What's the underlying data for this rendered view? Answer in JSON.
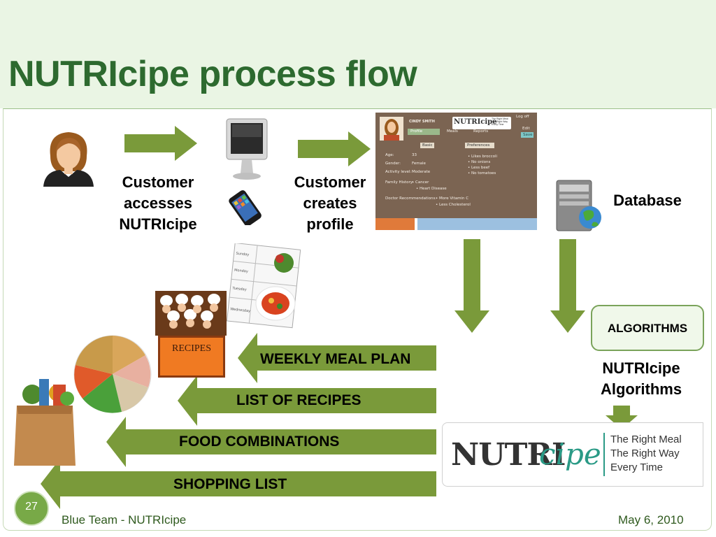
{
  "slide": {
    "title": "NUTRIcipe process flow",
    "page_number": "27",
    "footer_left": "Blue Team - NUTRIcipe",
    "footer_right": "May 6, 2010"
  },
  "steps": {
    "customer_access": [
      "Customer",
      "accesses",
      "NUTRIcipe"
    ],
    "customer_profile": [
      "Customer",
      "creates",
      "profile"
    ],
    "database": "Database",
    "algorithms_box": "ALGORITHMS",
    "algorithms_label": [
      "NUTRIcipe",
      "Algorithms"
    ]
  },
  "outputs": [
    {
      "label": "WEEKLY MEAL PLAN"
    },
    {
      "label": "LIST OF RECIPES"
    },
    {
      "label": "FOOD COMBINATIONS"
    },
    {
      "label": "SHOPPING LIST"
    }
  ],
  "profile_screen": {
    "name": "CINDY SMITH",
    "logout": "Log off",
    "edit": "Edit",
    "save": "Save",
    "tabs": [
      "Profile",
      "Meals",
      "Reports"
    ],
    "sub_tabs": [
      "Basic",
      "Preferences"
    ],
    "fields": [
      {
        "label": "Age:",
        "value": "33"
      },
      {
        "label": "Gender:",
        "value": "Female"
      },
      {
        "label": "Activity level:",
        "value": "Moderate"
      },
      {
        "label": "Family History:",
        "value": "• Cancer"
      },
      {
        "label": "",
        "value": "• Heart Disease"
      },
      {
        "label": "Doctor Recommendations:",
        "value": "• More Vitamin C"
      },
      {
        "label": "",
        "value": "• Less Cholesterol"
      }
    ],
    "preferences": [
      "• Likes broccoli",
      "• No onions",
      "• Less beef",
      "• No tomatoes"
    ],
    "logo_small": "NUTRIcipe",
    "tagline_small": [
      "The Right Meal",
      "The Right Way",
      "Every Time"
    ]
  },
  "recipes_sign": "RECIPES",
  "calendar_days": [
    "Sunday",
    "Monday",
    "Tuesday",
    "Wednesday"
  ],
  "logo": {
    "brand_main": "NUTRI",
    "brand_script": "cipe",
    "tagline": [
      "The Right Meal",
      "The Right Way",
      "Every Time"
    ]
  },
  "colors": {
    "arrow_green": "#7a9a3a",
    "title_green": "#2d6a2f",
    "header_bg": "#eaf5e4"
  },
  "icons": [
    "customer-avatar-icon",
    "computer-monitor-icon",
    "smartphone-icon",
    "database-server-icon",
    "shopping-bag-icon",
    "food-wheel-icon",
    "chefs-icon",
    "meal-calendar-icon"
  ]
}
